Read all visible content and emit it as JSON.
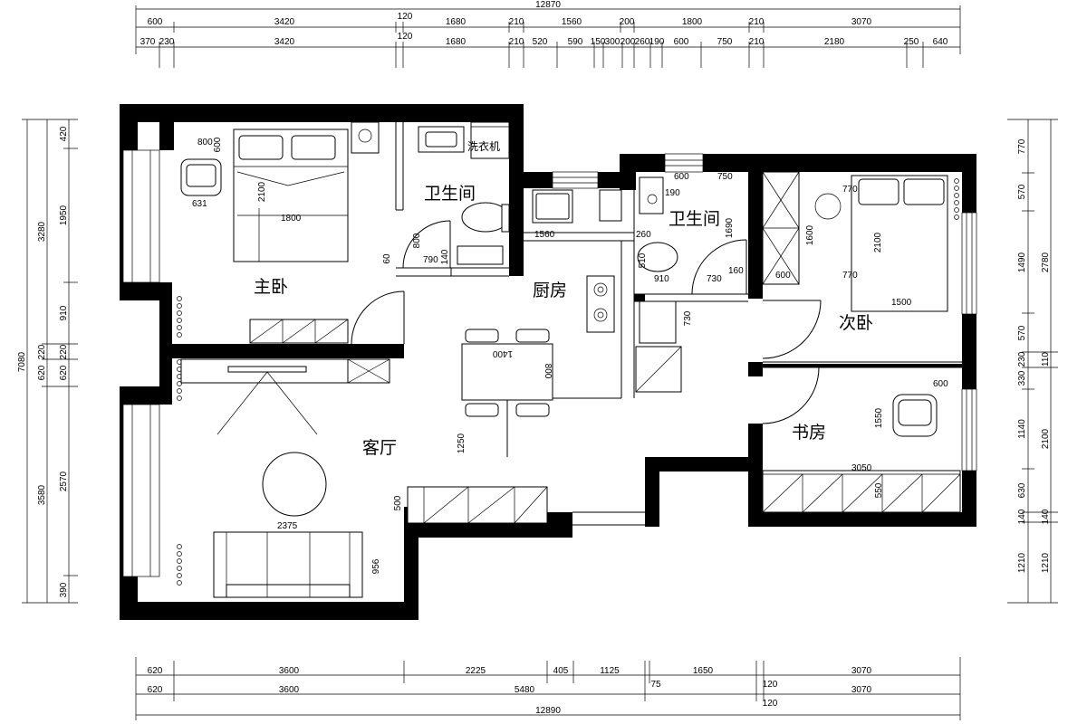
{
  "rooms": {
    "master_bedroom": "主卧",
    "bathroom_1": "卫生间",
    "bathroom_2": "卫生间",
    "kitchen": "厨房",
    "second_bedroom": "次卧",
    "living_room": "客厅",
    "study": "书房"
  },
  "appliances": {
    "washer": "洗衣机"
  },
  "dims_top": {
    "total": "12870",
    "row1": [
      "600",
      "3420",
      "120",
      "1680",
      "210",
      "1560",
      "200",
      "1800",
      "210",
      "3070"
    ],
    "row2": [
      "370",
      "230",
      "3420",
      "120",
      "1680",
      "210",
      "520",
      "590",
      "150",
      "300",
      "200",
      "260",
      "190",
      "600",
      "750",
      "210",
      "2180",
      "250",
      "640"
    ]
  },
  "dims_bottom": {
    "row1": [
      "620",
      "3600",
      "2225",
      "405",
      "1125",
      "75",
      "1650",
      "120",
      "3070"
    ],
    "row2": [
      "620",
      "3600",
      "5480",
      "120",
      "3070"
    ],
    "total": "12890"
  },
  "dims_left": {
    "total": "7080",
    "outer": [
      "3280",
      "220",
      "620",
      "3580"
    ],
    "inner": [
      "420",
      "1950",
      "910",
      "220",
      "620",
      "2570",
      "390"
    ]
  },
  "dims_right": {
    "total": "2780",
    "outer": [
      "770",
      "570",
      "1490",
      "570",
      "230",
      "330",
      "1140",
      "630",
      "140",
      "1210"
    ],
    "inner": [
      "110",
      "2100",
      "140",
      "1210"
    ]
  },
  "dims_interior": {
    "mb_800": "800",
    "mb_600": "600",
    "mb_631": "631",
    "mb_2100": "2100",
    "mb_1800": "1800",
    "bath_800": "800",
    "bath_60": "60",
    "bath_790": "790",
    "bath_140": "140",
    "kit_1560": "1560",
    "kit_1400": "1400",
    "kit_800": "800",
    "kit_730": "730",
    "b2_600": "600",
    "b2_750": "750",
    "b2_190": "190",
    "b2_260": "260",
    "b2_510": "510",
    "b2_910": "910",
    "b2_730": "730",
    "b2_160": "160",
    "b2_1690": "1690",
    "sb_770a": "770",
    "sb_1600": "1600",
    "sb_2100": "2100",
    "sb_600": "600",
    "sb_770b": "770",
    "sb_1500": "1500",
    "st_600": "600",
    "st_1550": "1550",
    "st_3050": "3050",
    "st_550": "550",
    "lr_1250": "1250",
    "lr_500": "500",
    "lr_2375": "2375",
    "lr_956": "956"
  }
}
